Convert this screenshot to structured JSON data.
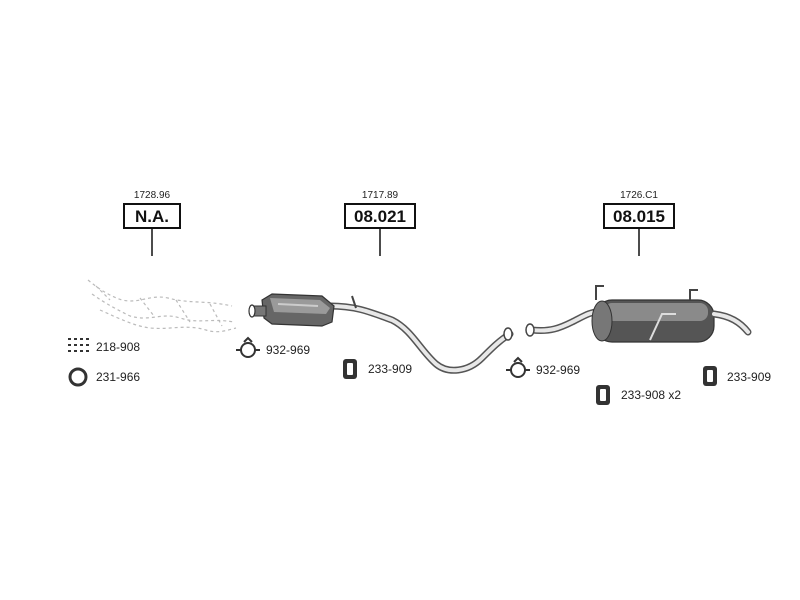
{
  "callouts": [
    {
      "ref": "1728.96",
      "code": "N.A."
    },
    {
      "ref": "1717.89",
      "code": "08.021"
    },
    {
      "ref": "1726.C1",
      "code": "08.015"
    }
  ],
  "parts": [
    {
      "icon": "gasket-kit-icon",
      "label": "218-908"
    },
    {
      "icon": "sealing-ring-icon",
      "label": "231-966"
    },
    {
      "icon": "pipe-clamp-icon",
      "label": "932-969"
    },
    {
      "icon": "rubber-mount-icon",
      "label": "233-909"
    },
    {
      "icon": "pipe-clamp-icon",
      "label": "932-969"
    },
    {
      "icon": "rubber-mount-icon",
      "label": "233-908 x2"
    },
    {
      "icon": "rubber-mount-icon",
      "label": "233-909"
    }
  ]
}
